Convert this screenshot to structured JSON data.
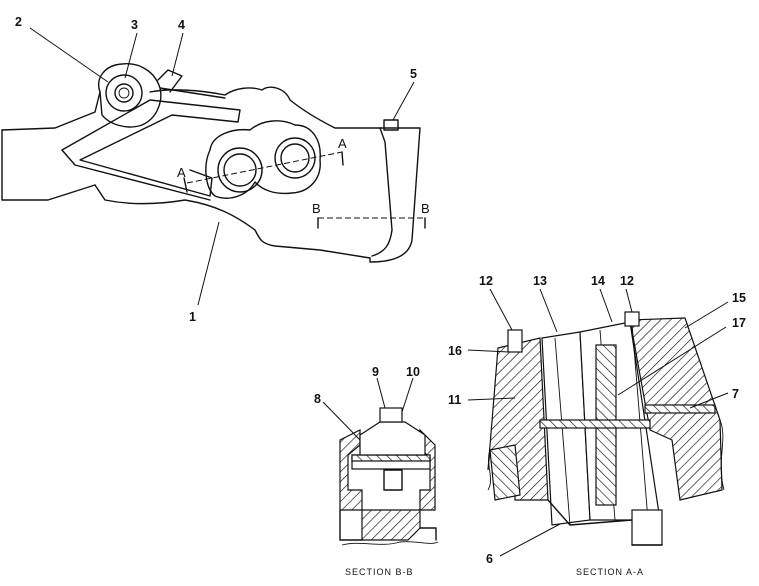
{
  "callouts": {
    "c1": "1",
    "c2": "2",
    "c3": "3",
    "c4": "4",
    "c5": "5",
    "c6": "6",
    "c7": "7",
    "c8": "8",
    "c9": "9",
    "c10": "10",
    "c11": "11",
    "c12a": "12",
    "c12b": "12",
    "c13": "13",
    "c14": "14",
    "c15": "15",
    "c16": "16",
    "c17": "17"
  },
  "section_markers": {
    "a_left": "A",
    "a_right": "A",
    "b_left": "B",
    "b_right": "B"
  },
  "captions": {
    "section_bb": "SECTION  B-B",
    "section_aa": "SECTION  A-A"
  }
}
